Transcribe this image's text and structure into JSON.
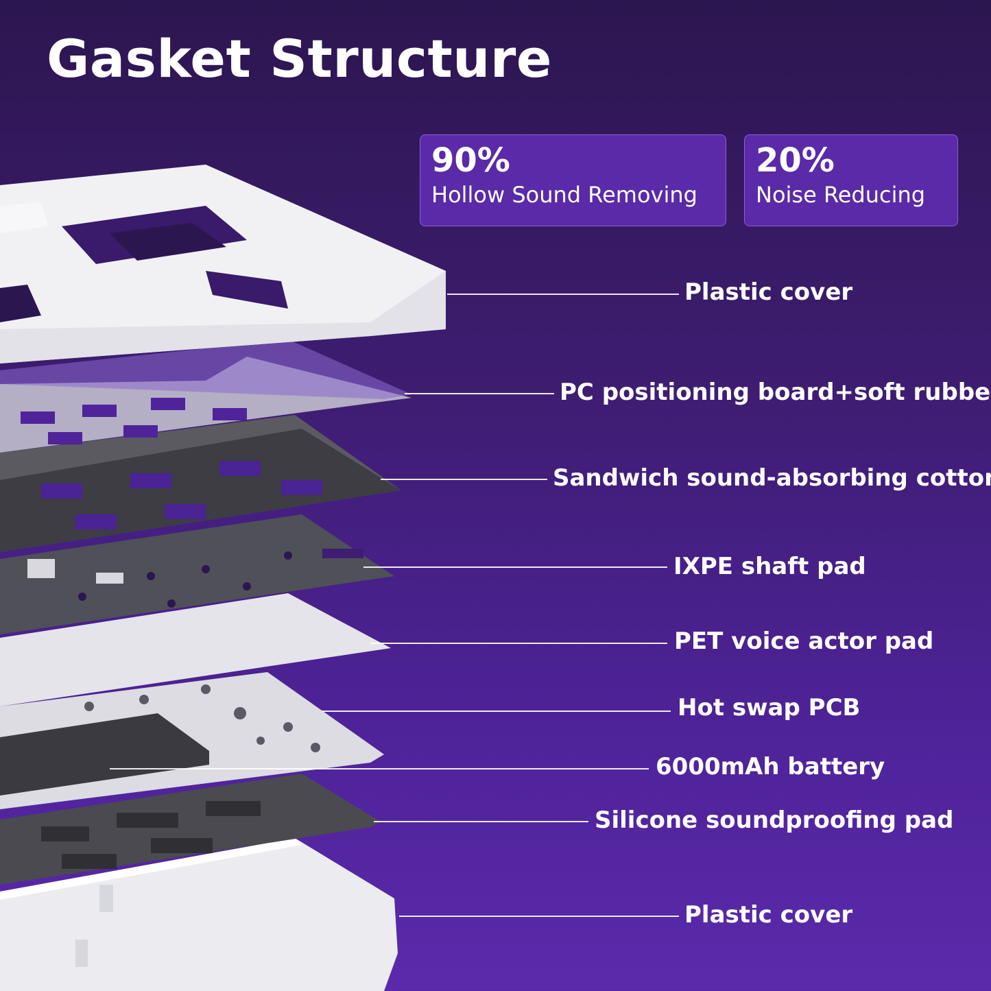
{
  "title": "Gasket Structure",
  "stats": [
    {
      "value": "90%",
      "label": "Hollow Sound Removing"
    },
    {
      "value": "20%",
      "label": "Noise Reducing"
    }
  ],
  "layers": [
    {
      "label": "Plastic cover"
    },
    {
      "label": "PC positioning board+soft rubber"
    },
    {
      "label": "Sandwich sound-absorbing cotton"
    },
    {
      "label": "IXPE shaft pad"
    },
    {
      "label": "PET voice actor pad"
    },
    {
      "label": "Hot swap PCB"
    },
    {
      "label": "6000mAh battery"
    },
    {
      "label": "Silicone soundproofing pad"
    },
    {
      "label": "Plastic cover"
    }
  ],
  "colors": {
    "background_top": "#2c1650",
    "background_bottom": "#5a2aab",
    "stat_box": "#5a2aa8",
    "stat_border": "#8a5ee0",
    "text": "#ffffff"
  }
}
